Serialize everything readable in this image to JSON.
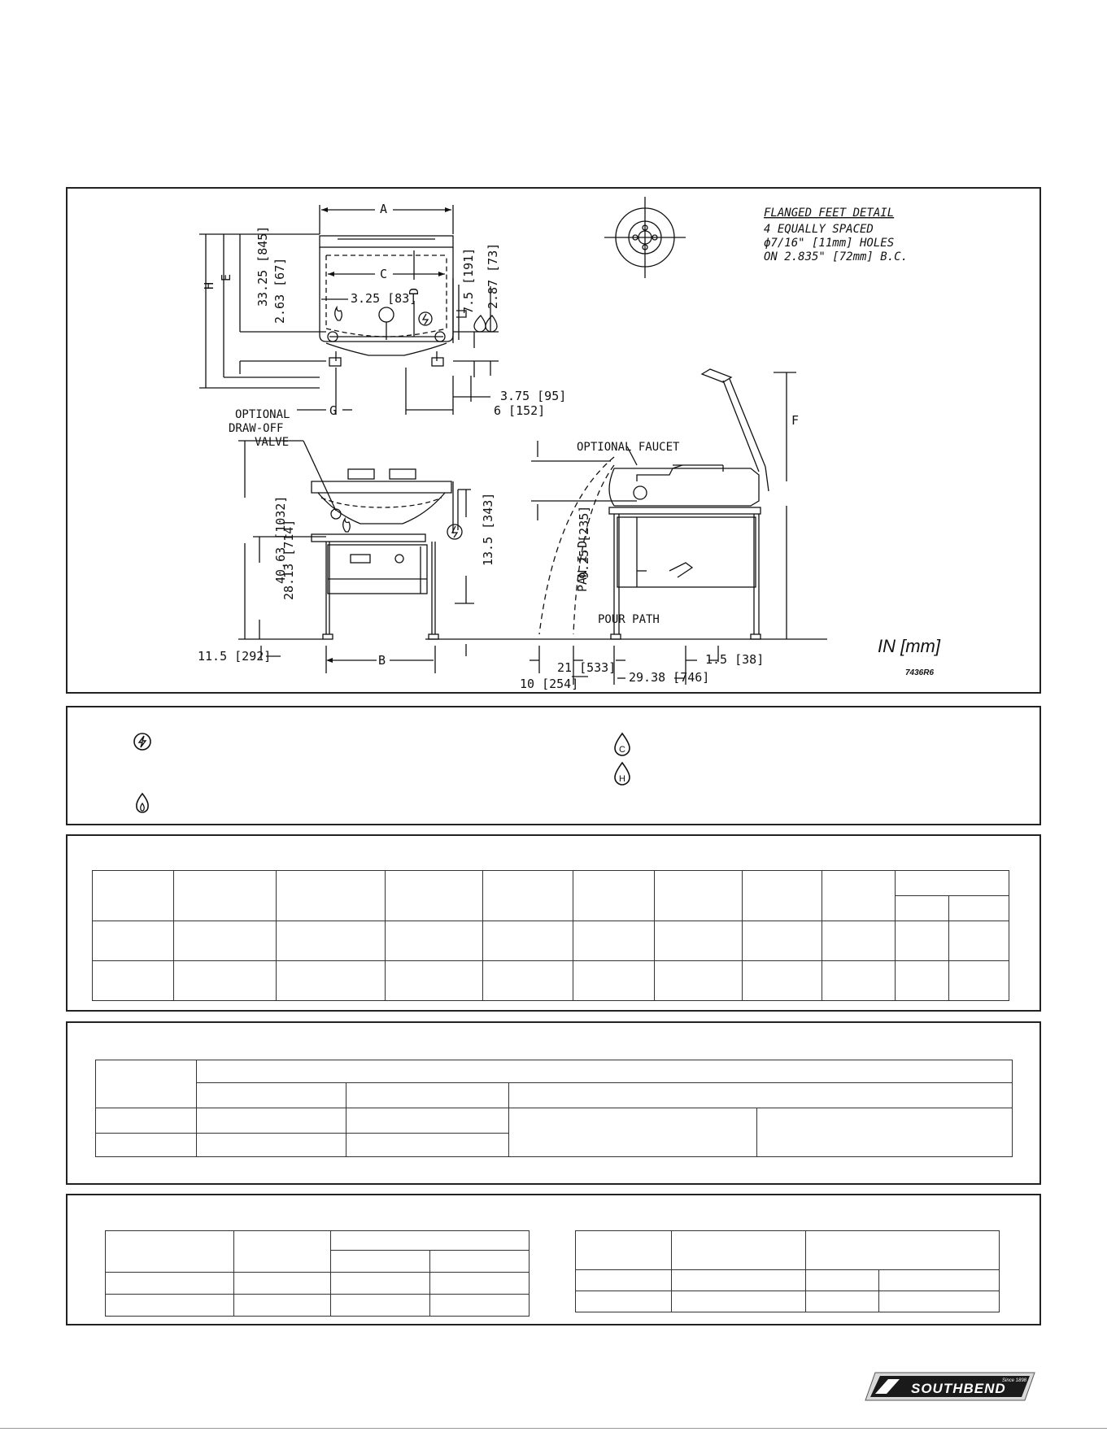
{
  "drawing": {
    "dims": {
      "a": "A",
      "b": "B",
      "c": "C",
      "d": "D",
      "e": "E",
      "f": "F",
      "g": "G",
      "h": "H",
      "d_3_25": "3.25 [83]",
      "d_33_25": "33.25 [845]",
      "d_2_63": "2.63 [67]",
      "d_7_5": "7.5 [191]",
      "d_2_87": "2.87 [73]",
      "d_3_75": "3.75 [95]",
      "d_6": "6 [152]",
      "d_40_63": "40.63 [1032]",
      "d_28_13": "28.13 [714]",
      "d_13_5": "13.5 [343]",
      "d_11_5": "11.5 [292]",
      "d_9_25": "9.25 [235]",
      "d_pan_id": "PAN I.D.",
      "d_21": "21 [533]",
      "d_10": "10 [254]",
      "d_1_5": "1.5 [38]",
      "d_29_38": "29.38 [746]"
    },
    "callouts": {
      "drawoff_1": "OPTIONAL",
      "drawoff_2": "DRAW-OFF",
      "drawoff_3": "VALVE",
      "faucet": "OPTIONAL FAUCET",
      "pour_path": "POUR PATH"
    },
    "flanged_detail": {
      "title": "FLANGED FEET DETAIL",
      "line1": "4 EQUALLY SPACED",
      "line2": "ϕ7/16\" [11mm] HOLES",
      "line3": "ON 2.835\" [72mm] B.C."
    },
    "units": "IN [mm]",
    "drawing_no": "7436R6"
  },
  "legend": {
    "icons": [
      "electric-icon",
      "gas-flame-icon",
      "cold-water-icon",
      "hot-water-icon"
    ],
    "cold_letter": "C",
    "hot_letter": "H"
  },
  "brand": {
    "name": "SOUTHBEND",
    "since": "Since 1898",
    "color": "#1a1a1a"
  }
}
